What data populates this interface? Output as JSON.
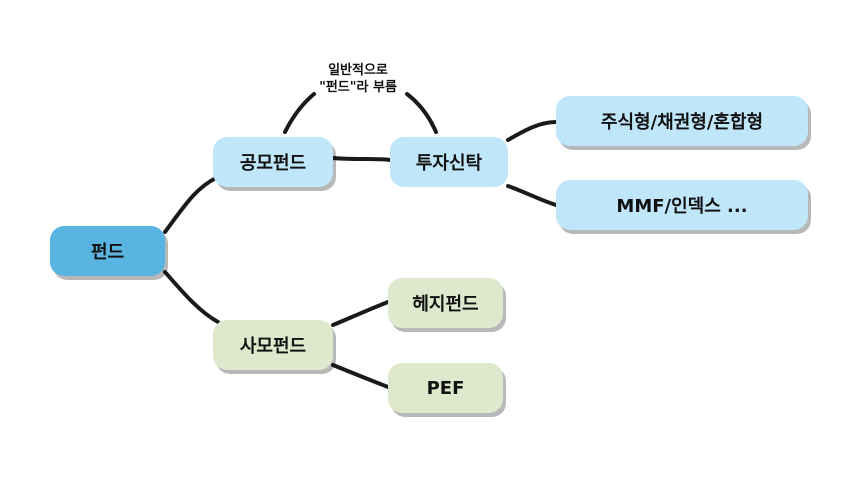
{
  "diagram": {
    "nodes": {
      "fund": "펀드",
      "public_fund": "공모펀드",
      "investment_trust": "투자신탁",
      "stock_bond_mixed": "주식형/채권형/혼합형",
      "mmf_index": "MMF/인덱스 ...",
      "private_fund": "사모펀드",
      "hedge_fund": "헤지펀드",
      "pef": "PEF"
    },
    "annotation": {
      "line1": "일반적으로",
      "line2": "\"펀드\"라 부름"
    },
    "colors": {
      "root": "#5ab4e2",
      "public_branch": "#bfe6f9",
      "private_branch": "#dde8cc",
      "connector": "#1a1a1a"
    }
  }
}
